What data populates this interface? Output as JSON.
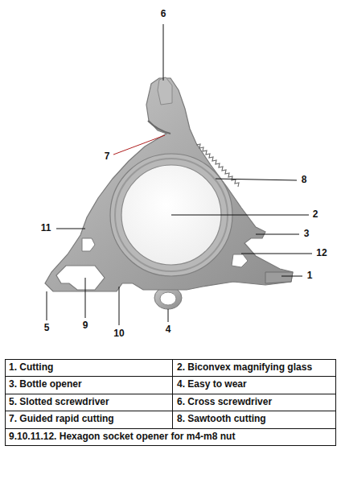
{
  "diagram": {
    "labels": [
      "6",
      "7",
      "8",
      "2",
      "11",
      "3",
      "12",
      "1",
      "5",
      "9",
      "10",
      "4",
      "1. Cutting",
      "2. Biconvex magnifying glass",
      "3. Bottle opener",
      "4. Easy to wear",
      "5. Slotted screwdriver",
      "6. Cross screwdriver",
      "7. Guided rapid cutting",
      "8. Sawtooth cutting",
      "9.10.11.12. Hexagon socket opener for m4-m8 nut"
    ]
  }
}
